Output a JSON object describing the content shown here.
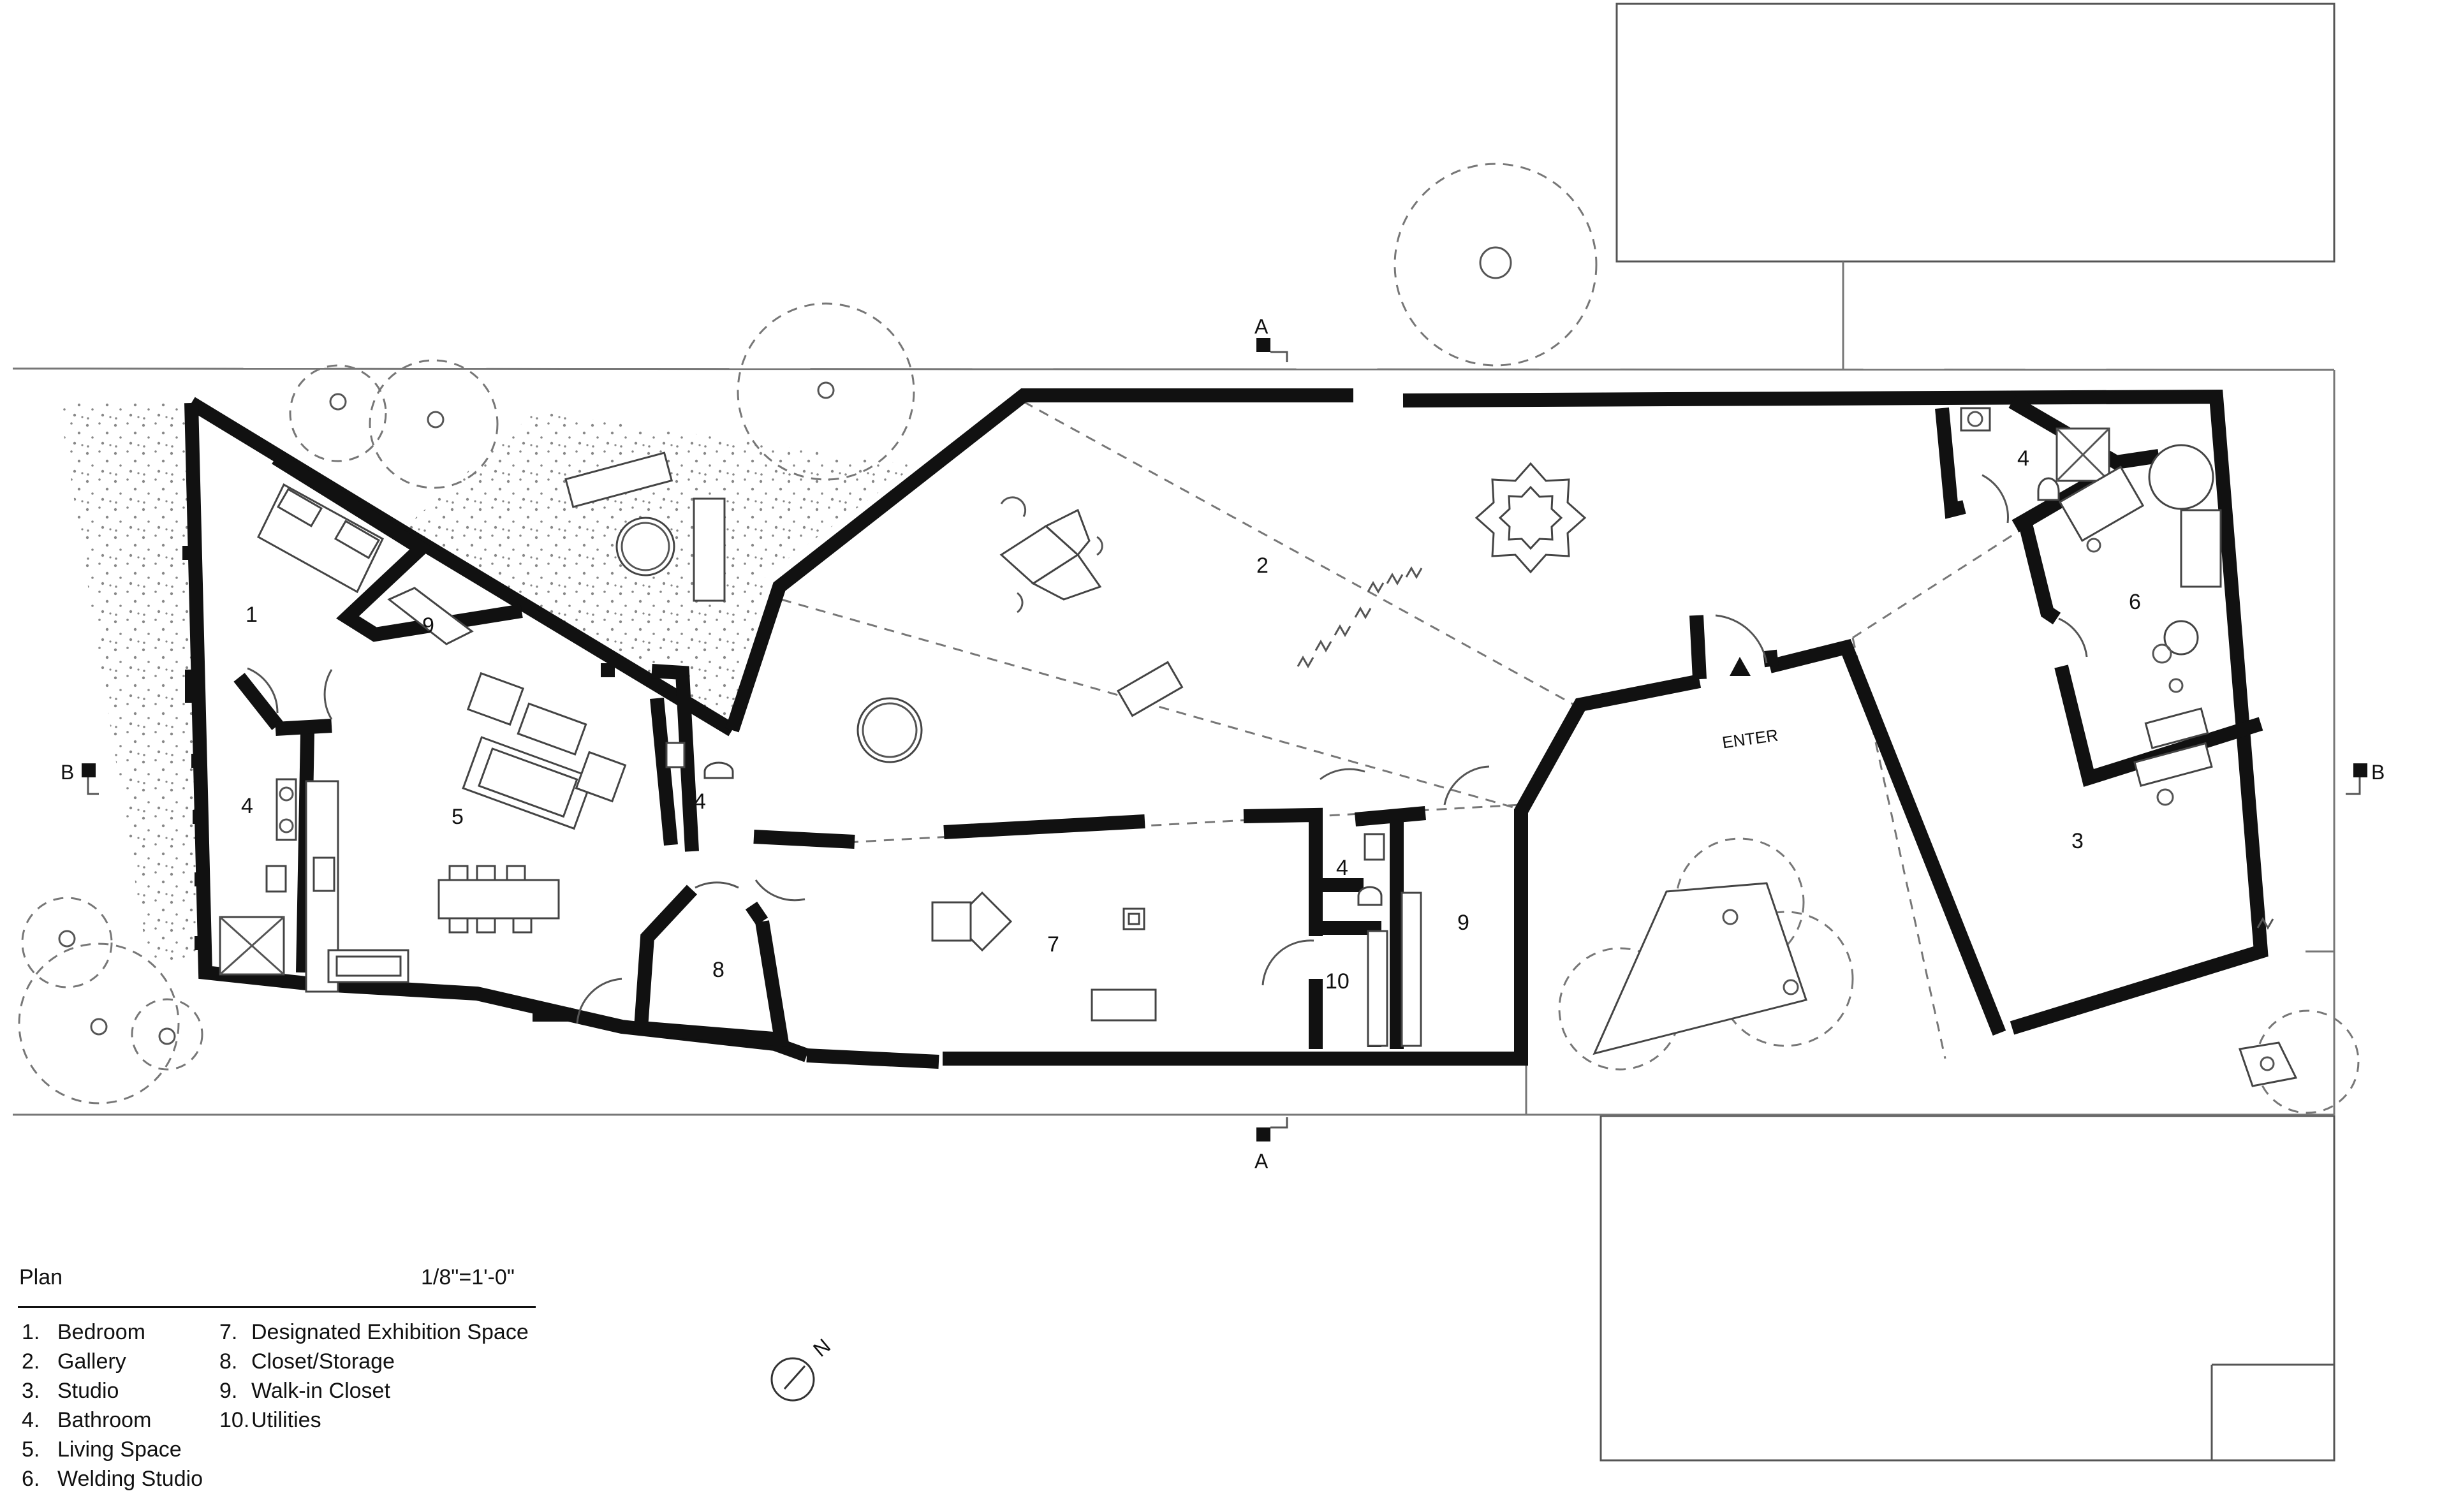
{
  "plan": {
    "title": "Plan",
    "scale": "1/8\"=1'-0\"",
    "entry_label": "ENTER",
    "north_label": "N",
    "section_markers": {
      "a": "A",
      "b": "B"
    },
    "room_numbers": {
      "bedroom": "1",
      "gallery": "2",
      "studio": "3",
      "bathroom_west": "4",
      "bathroom_mid": "4",
      "bathroom_south": "4",
      "bathroom_east": "4",
      "living": "5",
      "welding": "6",
      "exhibition": "7",
      "storage": "8",
      "closet_west": "9",
      "closet_south": "9",
      "utilities": "10"
    }
  },
  "legend": {
    "column1": [
      {
        "num": "1.",
        "label": "Bedroom"
      },
      {
        "num": "2.",
        "label": "Gallery"
      },
      {
        "num": "3.",
        "label": "Studio"
      },
      {
        "num": "4.",
        "label": "Bathroom"
      },
      {
        "num": "5.",
        "label": "Living Space"
      },
      {
        "num": "6.",
        "label": "Welding Studio"
      }
    ],
    "column2": [
      {
        "num": "7.",
        "label": "Designated Exhibition Space"
      },
      {
        "num": "8.",
        "label": "Closet/Storage"
      },
      {
        "num": "9.",
        "label": "Walk-in Closet"
      },
      {
        "num": "10.",
        "label": "Utilities"
      }
    ]
  }
}
